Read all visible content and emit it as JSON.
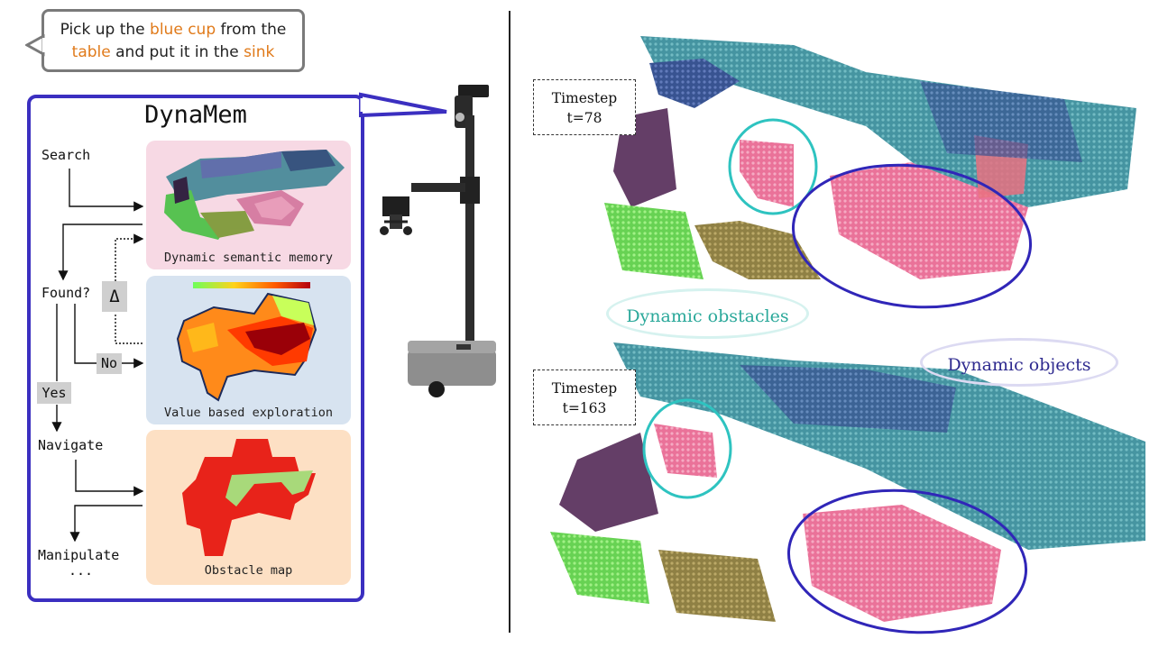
{
  "instruction": {
    "line1_a": "Pick up the ",
    "line1_hl": "blue cup",
    "line1_b": " from the",
    "line2_hl1": "table",
    "line2_mid": " and put it in the ",
    "line2_hl2": "sink"
  },
  "dynamem": {
    "title": "DynaMem",
    "flow": {
      "search": "Search",
      "found": "Found?",
      "no": "No",
      "yes": "Yes",
      "delta": "Δ",
      "navigate": "Navigate",
      "manipulate": "Manipulate",
      "ellipsis": "..."
    },
    "panels": {
      "memory": "Dynamic semantic memory",
      "exploration": "Value based exploration",
      "obstacle": "Obstacle map"
    }
  },
  "scenes": {
    "top_timestep_line1": "Timestep",
    "top_timestep_line2": "t=78",
    "bottom_timestep_line1": "Timestep",
    "bottom_timestep_line2": "t=163",
    "dynamic_obstacles": "Dynamic obstacles",
    "dynamic_objects": "Dynamic objects"
  },
  "colors": {
    "accent_blue": "#3b2fc0",
    "highlight_orange": "#e07a1a",
    "obstacle_teal": "#2aa89a",
    "objects_navy": "#2e2a8f"
  }
}
